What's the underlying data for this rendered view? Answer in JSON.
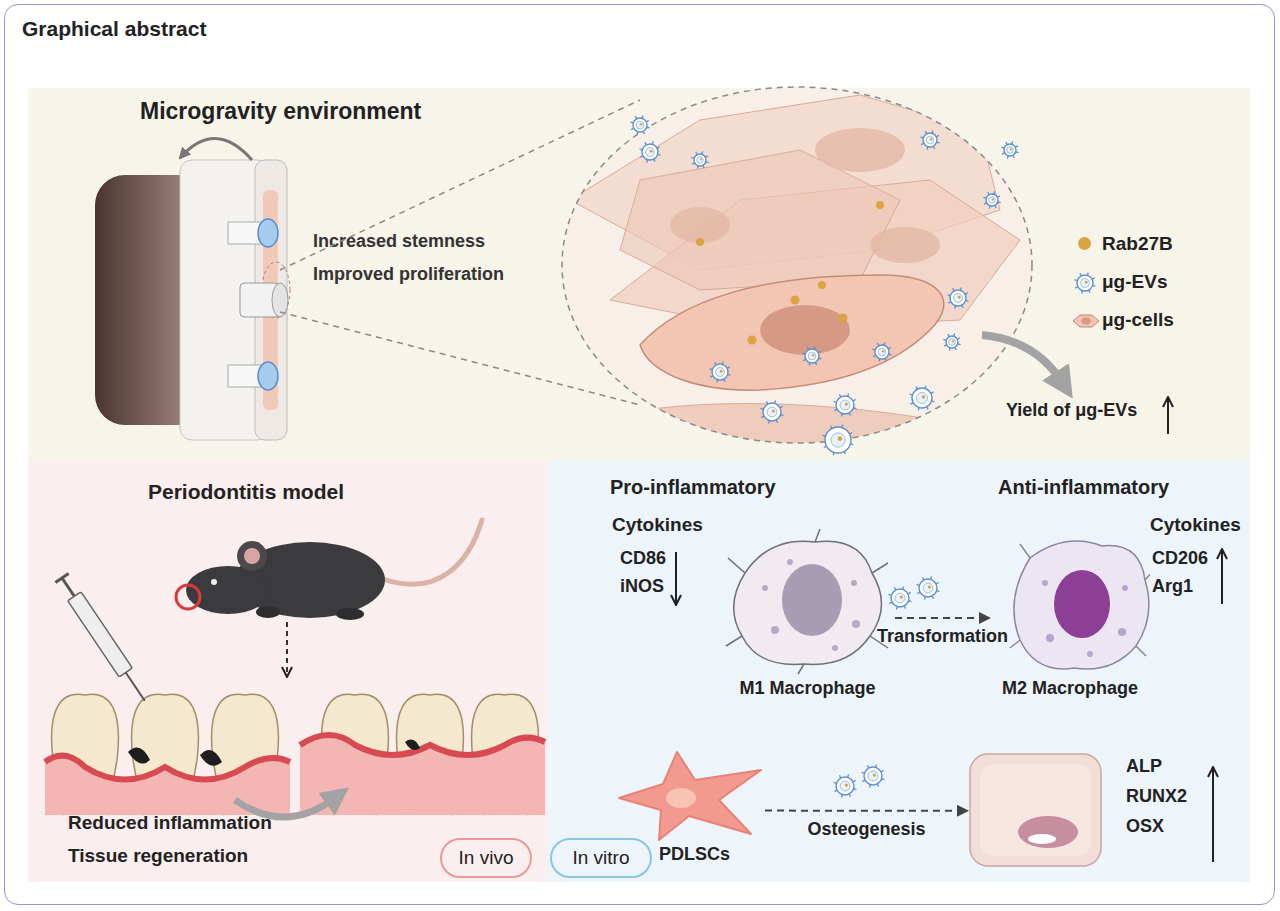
{
  "diagram": {
    "title": "Graphical abstract",
    "nodes": [
      {
        "text": [
          "Microgravity environment",
          "Increased stemness",
          "Improved proliferation",
          "Yield of μg-EVs"
        ]
      },
      {
        "text": [
          "Periodontitis model",
          "Reduced inflammation",
          "Tissue regeneration"
        ]
      },
      {
        "text": [
          "In vivo"
        ],
        "in": 1
      },
      {
        "text": [
          "Pro-inflammatory",
          "Anti-inflammatory"
        ]
      },
      {
        "text": [
          "M1 Macrophage"
        ],
        "in": 3
      },
      {
        "text": [
          "M2 Macrophage"
        ],
        "in": 3
      },
      {
        "text": [
          "In vitro"
        ],
        "in": 3
      },
      {
        "text": [
          "PDLSCs"
        ],
        "in": 3
      },
      {
        "text": [
          "ALP",
          "RUNX2",
          "OSX"
        ],
        "in": 3
      }
    ],
    "edges": [
      {
        "from": 4,
        "to": 5,
        "label": "Transformation",
        "arrow": "to"
      },
      {
        "from": 7,
        "to": 8,
        "label": "Osteogenesis",
        "arrow": "to"
      }
    ],
    "labels": [
      "Cytokines",
      "CD86",
      "iNOS",
      "Cytokines",
      "CD206",
      "Arg1"
    ],
    "legend": [
      {
        "text": "Rab27B",
        "color": "#d9a441"
      },
      {
        "text": "μg-EVs"
      },
      {
        "text": "μg-cells"
      }
    ]
  }
}
